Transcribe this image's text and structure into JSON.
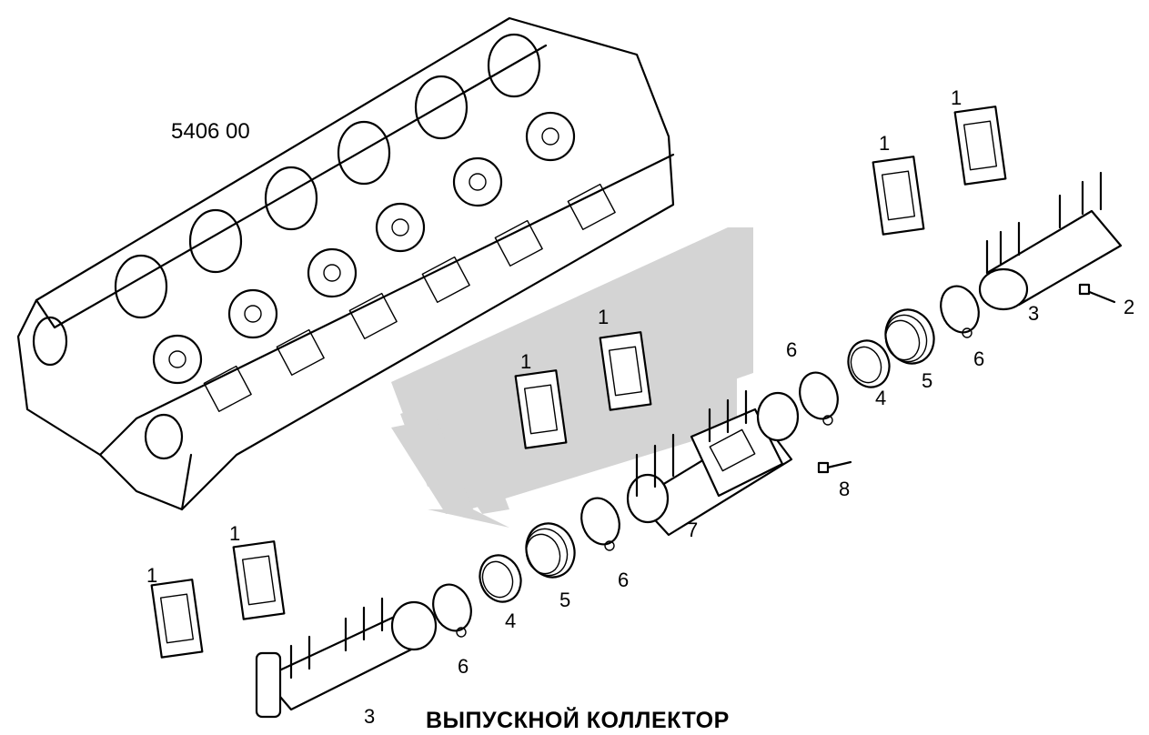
{
  "title": "ВЫПУСКНОЙ КОЛЛЕКТОР",
  "model_number": "5406 00",
  "callouts": {
    "c1a": "1",
    "c1b": "1",
    "c1c": "1",
    "c1d": "1",
    "c1e": "1",
    "c1f": "1",
    "c2": "2",
    "c3a": "3",
    "c3b": "3",
    "c4a": "4",
    "c4b": "4",
    "c5a": "5",
    "c5b": "5",
    "c6a": "6",
    "c6b": "6",
    "c6c": "6",
    "c6d": "6",
    "c7": "7",
    "c8": "8"
  },
  "colors": {
    "line": "#000000",
    "watermark": "#d4d4d4",
    "background": "#ffffff"
  }
}
